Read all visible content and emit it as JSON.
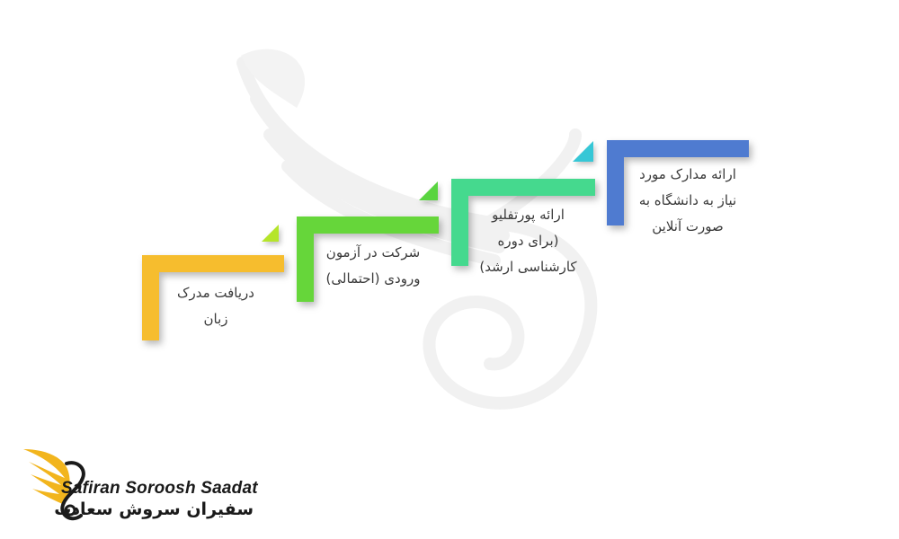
{
  "steps": [
    {
      "text_lines": [
        "دریافت مدرک",
        "زبان"
      ],
      "color": "#F6BD2E"
    },
    {
      "text_lines": [
        "شرکت در آزمون",
        "ورودی (احتمالی)"
      ],
      "color": "#66D63A"
    },
    {
      "text_lines": [
        "ارائه پورتفلیو",
        "(برای دوره",
        "کارشناسی ارشد)"
      ],
      "color": "#45D98E"
    },
    {
      "text_lines": [
        "ارائه مدارک مورد",
        "نیاز به دانشگاه به",
        "صورت آنلاین"
      ],
      "color": "#4F7BD0"
    }
  ],
  "corner_colors": {
    "step1": "#B5E52A",
    "step2": "#59D440",
    "step3": "#36C7D6"
  },
  "logo": {
    "english": "Safiran Soroosh Saadat",
    "persian": "سفیران سروش سعادت",
    "wing_color": "#F2B51D",
    "text_color": "#1a1a1a"
  }
}
